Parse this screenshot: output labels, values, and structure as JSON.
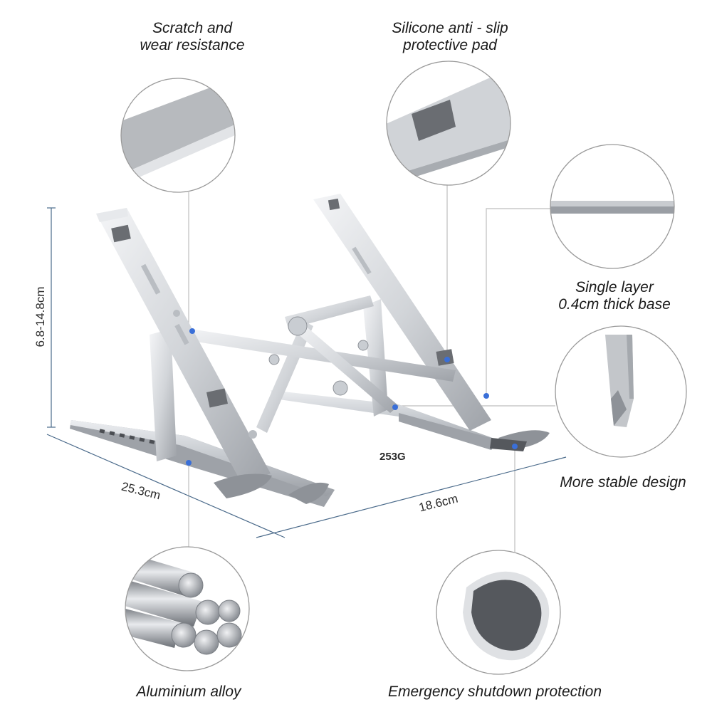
{
  "features": {
    "scratch": [
      "Scratch and",
      "wear resistance"
    ],
    "silicone": [
      "Silicone anti - slip",
      "protective pad"
    ],
    "single_layer": [
      "Single layer",
      "0.4cm thick base"
    ],
    "stable": "More stable design",
    "alloy": "Aluminium alloy",
    "shutdown": "Emergency shutdown protection"
  },
  "dimensions": {
    "height": "6.8-14.8cm",
    "width": "25.3cm",
    "depth": "18.6cm",
    "weight": "253G"
  }
}
